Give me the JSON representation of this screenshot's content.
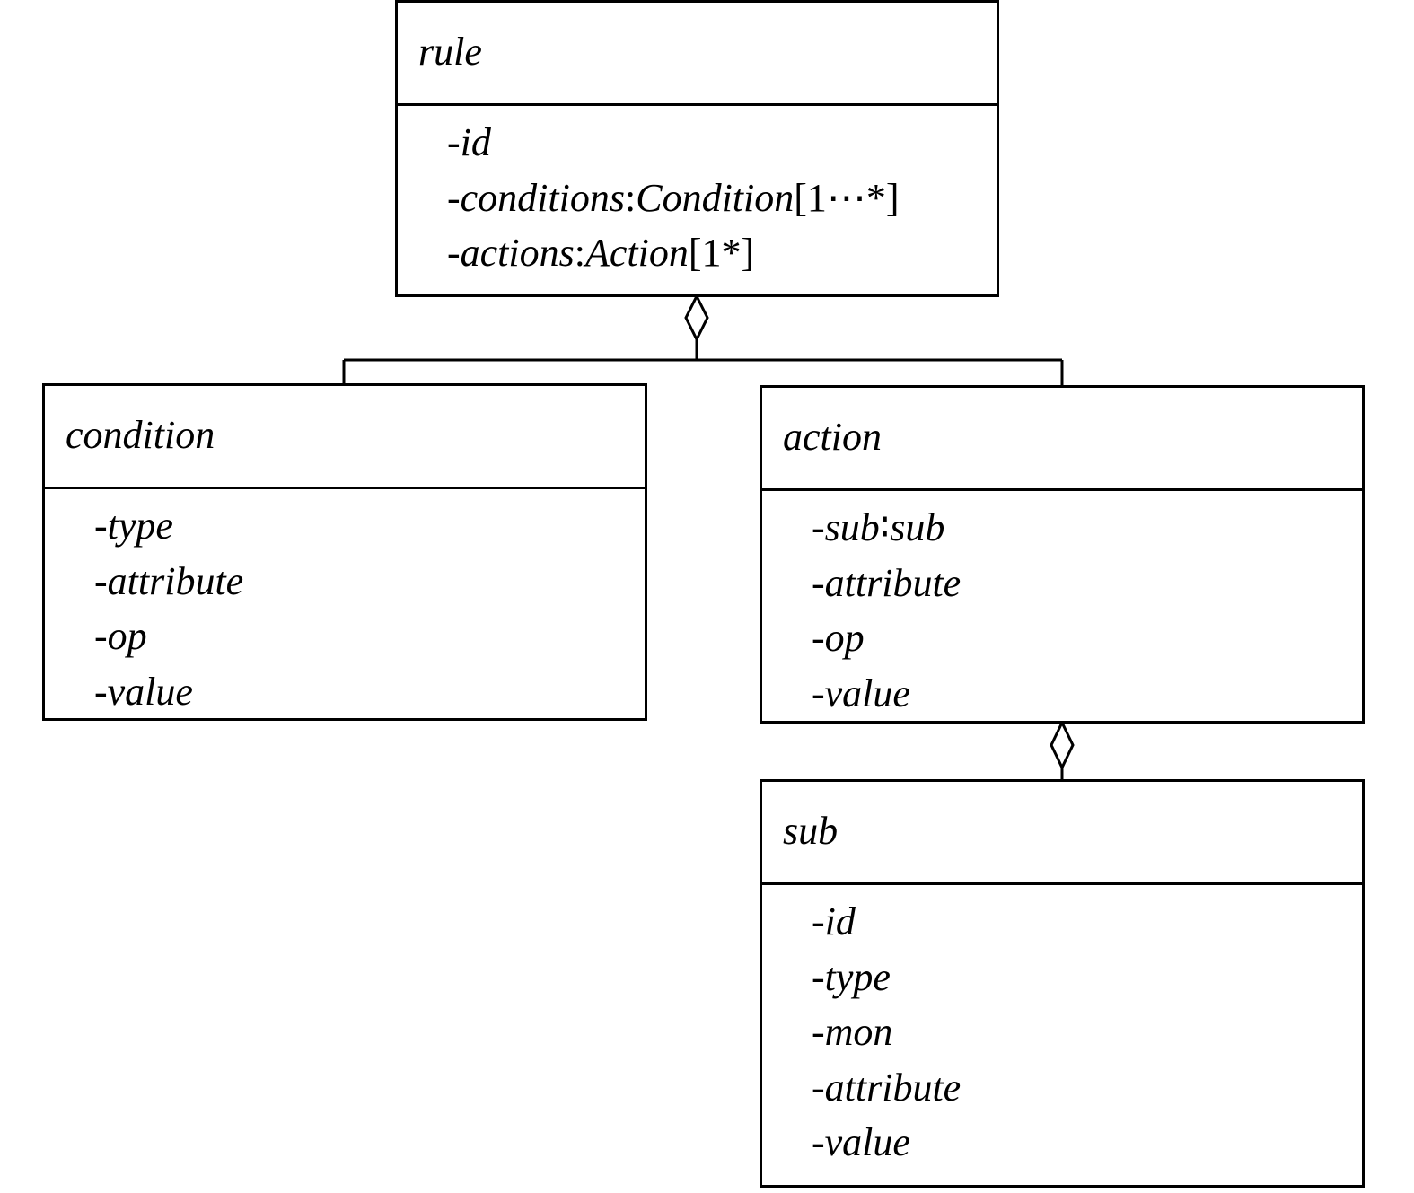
{
  "classes": {
    "rule": {
      "name": "rule",
      "attributes": [
        {
          "prefix": "-",
          "name": "id",
          "sep": "",
          "type": "",
          "multiplicity": ""
        },
        {
          "prefix": "-",
          "name": "conditions",
          "sep": ":",
          "type": "Condition",
          "multiplicity": "[1⋯*]"
        },
        {
          "prefix": "-",
          "name": "actions",
          "sep": ":",
          "type": "Action",
          "multiplicity": "[1*]"
        }
      ]
    },
    "condition": {
      "name": "condition",
      "attributes": [
        {
          "prefix": "-",
          "name": "type",
          "sep": "",
          "type": "",
          "multiplicity": ""
        },
        {
          "prefix": "-",
          "name": "attribute",
          "sep": "",
          "type": "",
          "multiplicity": ""
        },
        {
          "prefix": "-",
          "name": "op",
          "sep": "",
          "type": "",
          "multiplicity": ""
        },
        {
          "prefix": "-",
          "name": "value",
          "sep": "",
          "type": "",
          "multiplicity": ""
        }
      ]
    },
    "action": {
      "name": "action",
      "attributes": [
        {
          "prefix": "-",
          "name": "sub",
          "sep": "∶",
          "type": "sub",
          "multiplicity": ""
        },
        {
          "prefix": "-",
          "name": "attribute",
          "sep": "",
          "type": "",
          "multiplicity": ""
        },
        {
          "prefix": "-",
          "name": "op",
          "sep": "",
          "type": "",
          "multiplicity": ""
        },
        {
          "prefix": "-",
          "name": "value",
          "sep": "",
          "type": "",
          "multiplicity": ""
        }
      ]
    },
    "sub": {
      "name": "sub",
      "attributes": [
        {
          "prefix": "-",
          "name": "id",
          "sep": "",
          "type": "",
          "multiplicity": ""
        },
        {
          "prefix": "-",
          "name": "type",
          "sep": "",
          "type": "",
          "multiplicity": ""
        },
        {
          "prefix": "-",
          "name": "mon",
          "sep": "",
          "type": "",
          "multiplicity": ""
        },
        {
          "prefix": "-",
          "name": "attribute",
          "sep": "",
          "type": "",
          "multiplicity": ""
        },
        {
          "prefix": "-",
          "name": "value",
          "sep": "",
          "type": "",
          "multiplicity": ""
        }
      ]
    }
  },
  "relationships": [
    {
      "kind": "aggregation",
      "whole": "rule",
      "parts": [
        "condition",
        "action"
      ]
    },
    {
      "kind": "aggregation",
      "whole": "action",
      "parts": [
        "sub"
      ]
    }
  ]
}
